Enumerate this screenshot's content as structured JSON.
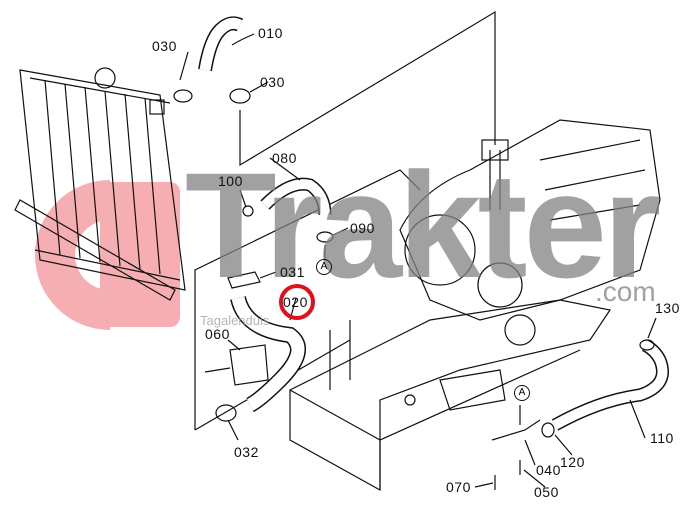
{
  "diagram": {
    "title": "Radiator hose and water pipe parts diagram",
    "highlight_color": "#e0101a",
    "watermark": {
      "brand": "Trakter",
      "suffix": ".com",
      "tagline": "Tagalenduis",
      "logo_color": "#f4a0a4"
    },
    "labels": {
      "p010": "010",
      "p030a": "030",
      "p030b": "030",
      "p080": "080",
      "p100": "100",
      "p090": "090",
      "p031": "031",
      "p020": "020",
      "p060": "060",
      "p032": "032",
      "p130": "130",
      "p110": "110",
      "p120": "120",
      "p040": "040",
      "p070": "070",
      "p050": "050",
      "refA1": "A",
      "refA2": "A"
    },
    "highlighted_part": "020"
  }
}
